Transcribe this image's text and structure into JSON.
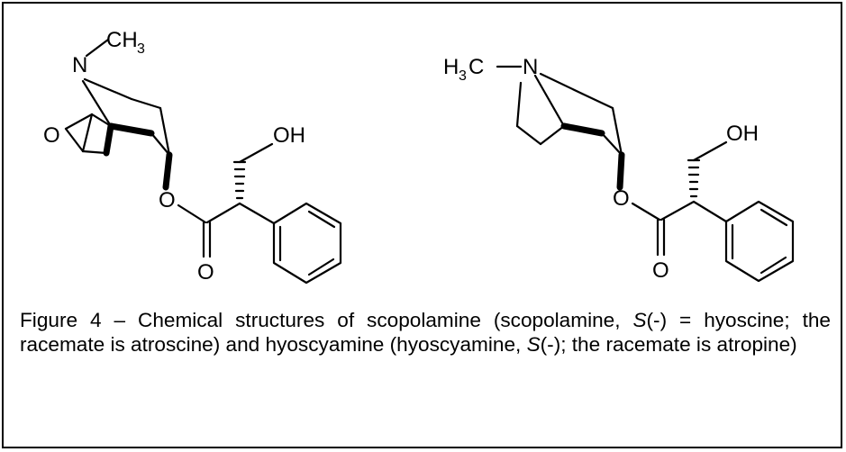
{
  "structures": {
    "scopolamine": {
      "methyl": "CH",
      "methyl_sub": "3",
      "nitrogen": "N",
      "epoxide_oxygen": "O",
      "ester_oxygen": "O",
      "carbonyl_oxygen": "O",
      "hydroxyl": "OH"
    },
    "hyoscyamine": {
      "methyl": "H",
      "methyl_sub": "3",
      "methyl_tail": "C",
      "nitrogen": "N",
      "ester_oxygen": "O",
      "carbonyl_oxygen": "O",
      "hydroxyl": "OH"
    }
  },
  "caption": {
    "p1": "Figure 4 – Chemical structures of scopolamine (scopolamine, ",
    "s1": "S",
    "p2": "(-) = hyoscine; the racemate is atroscine) and hyoscyamine (hyoscyamine, ",
    "s2": "S",
    "p3": "(-); the racemate is atropine)"
  }
}
